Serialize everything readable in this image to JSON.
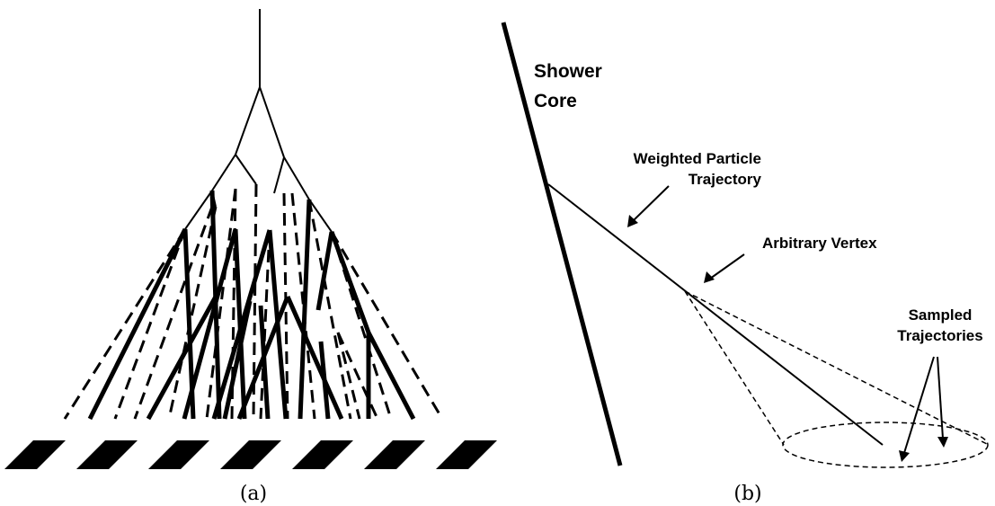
{
  "panel_a": {
    "caption": "(a)"
  },
  "panel_b": {
    "caption": "(b)",
    "labels": {
      "shower_core_line1": "Shower",
      "shower_core_line2": "Core",
      "weighted_line1": "Weighted Particle",
      "weighted_line2": "Trajectory",
      "vertex": "Arbitrary Vertex",
      "sampled_line1": "Sampled",
      "sampled_line2": "Trajectories"
    }
  },
  "colors": {
    "ink": "#000000",
    "background": "#ffffff"
  }
}
